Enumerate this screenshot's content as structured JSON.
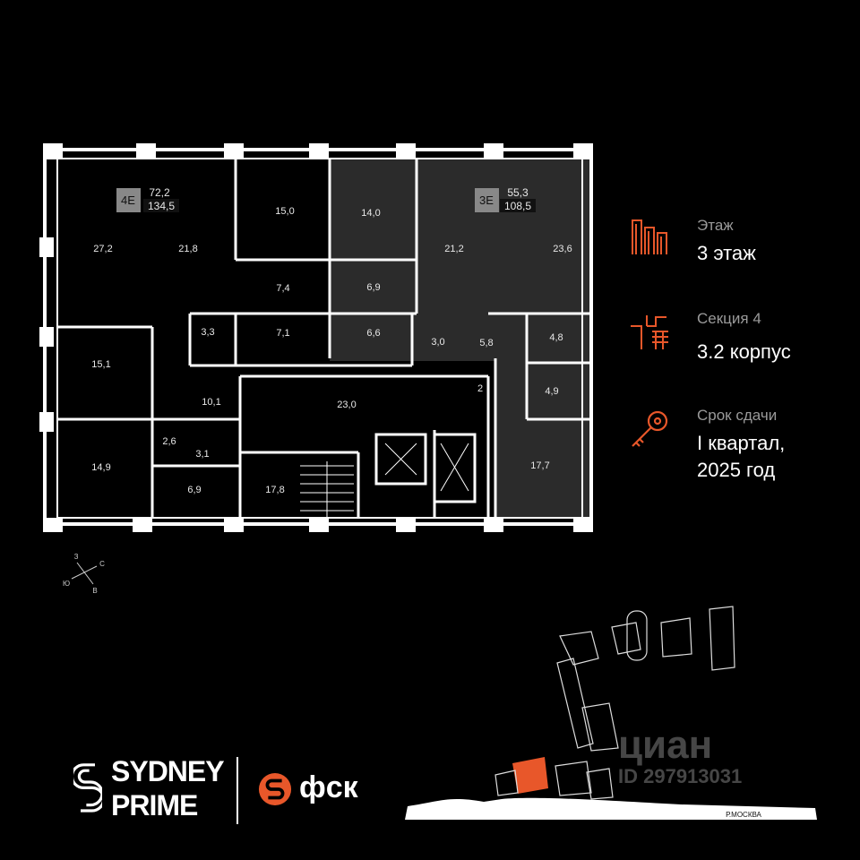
{
  "apartments": [
    {
      "code": "4Е",
      "area_living": "72,2",
      "area_total": "134,5"
    },
    {
      "code": "3Е",
      "area_living": "55,3",
      "area_total": "108,5"
    }
  ],
  "rooms": [
    "27,2",
    "21,8",
    "15,0",
    "14,0",
    "21,2",
    "23,6",
    "7,4",
    "6,9",
    "3,3",
    "7,1",
    "6,6",
    "3,0",
    "5,8",
    "4,8",
    "15,1",
    "10,1",
    "23,0",
    "2",
    "4,9",
    "2,6",
    "3,1",
    "14,9",
    "6,9",
    "17,8",
    "17,7"
  ],
  "info": {
    "floor_label": "Этаж",
    "floor_value": "3 этаж",
    "section_label": "Секция 4",
    "section_value": "3.2 корпус",
    "deadline_label": "Срок сдачи",
    "deadline_value_1": "I квартал,",
    "deadline_value_2": "2025 год"
  },
  "compass": {
    "n": "З",
    "e": "С",
    "s": "В",
    "w": "Ю"
  },
  "brand": {
    "name_1": "SYDNEY",
    "name_2": "PRIME",
    "partner": "фск"
  },
  "watermark": {
    "site": "циан",
    "id": "ID 297913031"
  },
  "river": "Р.МОСКВА",
  "colors": {
    "accent": "#e8572a",
    "highlight": "#2a2a2a",
    "wall": "#ffffff"
  }
}
